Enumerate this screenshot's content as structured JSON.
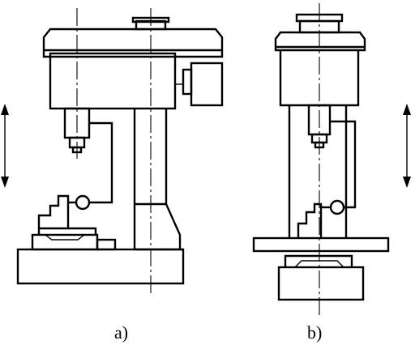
{
  "captions": {
    "a": "a)",
    "b": "b)"
  },
  "figures": [
    {
      "id": "a",
      "description_name": "machine-a"
    },
    {
      "id": "b",
      "description_name": "machine-b"
    }
  ]
}
